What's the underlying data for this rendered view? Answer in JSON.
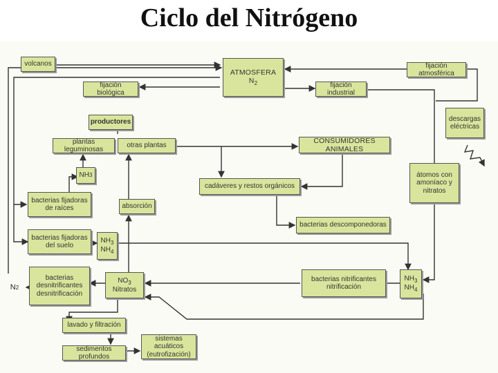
{
  "title": "Ciclo del Nitrógeno",
  "nodes": {
    "volcanos": "volcanos",
    "atmosfera": "ATMOSFERA",
    "atmosfera_n": "N",
    "atmosfera_n_sub": "2",
    "fijacion_atmosferica": "fijación atmosférica",
    "fijacion_biologica": "fijación biológica",
    "fijacion_industrial": "fijación industrial",
    "descargas": "descargas eléctricas",
    "productores": "productores",
    "plantas_leguminosas": "plantas leguminosas",
    "otras_plantas": "otras plantas",
    "consumidores": "CONSUMIDORES ANIMALES",
    "nh3_a": "NH",
    "nh3_a_sub": "3",
    "atomos": "átomos con amoníaco y nitratos",
    "cadaveres": "cadáveres y restos orgánicos",
    "bacterias_raices": "bacterias fijadoras de raíces",
    "absorcion": "absorción",
    "bacterias_descomponedoras": "bacterias descomponedoras",
    "bacterias_suelo": "bacterias fijadoras del suelo",
    "nh3_b": "NH",
    "nh3_b_sub": "3",
    "nh4_b": "NH",
    "nh4_b_sub": "4",
    "n2_left": "N",
    "n2_left_sub": "2",
    "bacterias_desnitrificantes": "bacterias desnitrificantes",
    "desnitrificacion": "desnitrificación",
    "no3": "NO",
    "no3_sub": "3",
    "nitratos": "Nitratos",
    "bacterias_nitrificantes": "bacterias nitrificantes",
    "nitrificacion": "nitrificación",
    "nh3_c": "NH",
    "nh3_c_sub": "3",
    "nh4_c": "NH",
    "nh4_c_sub": "4",
    "lavado": "lavado y filtración",
    "sedimentos": "sedimentos profundos",
    "sistemas_acuaticos": "sistemas acuáticos",
    "eutrofizacion": "(eutrofización)"
  }
}
